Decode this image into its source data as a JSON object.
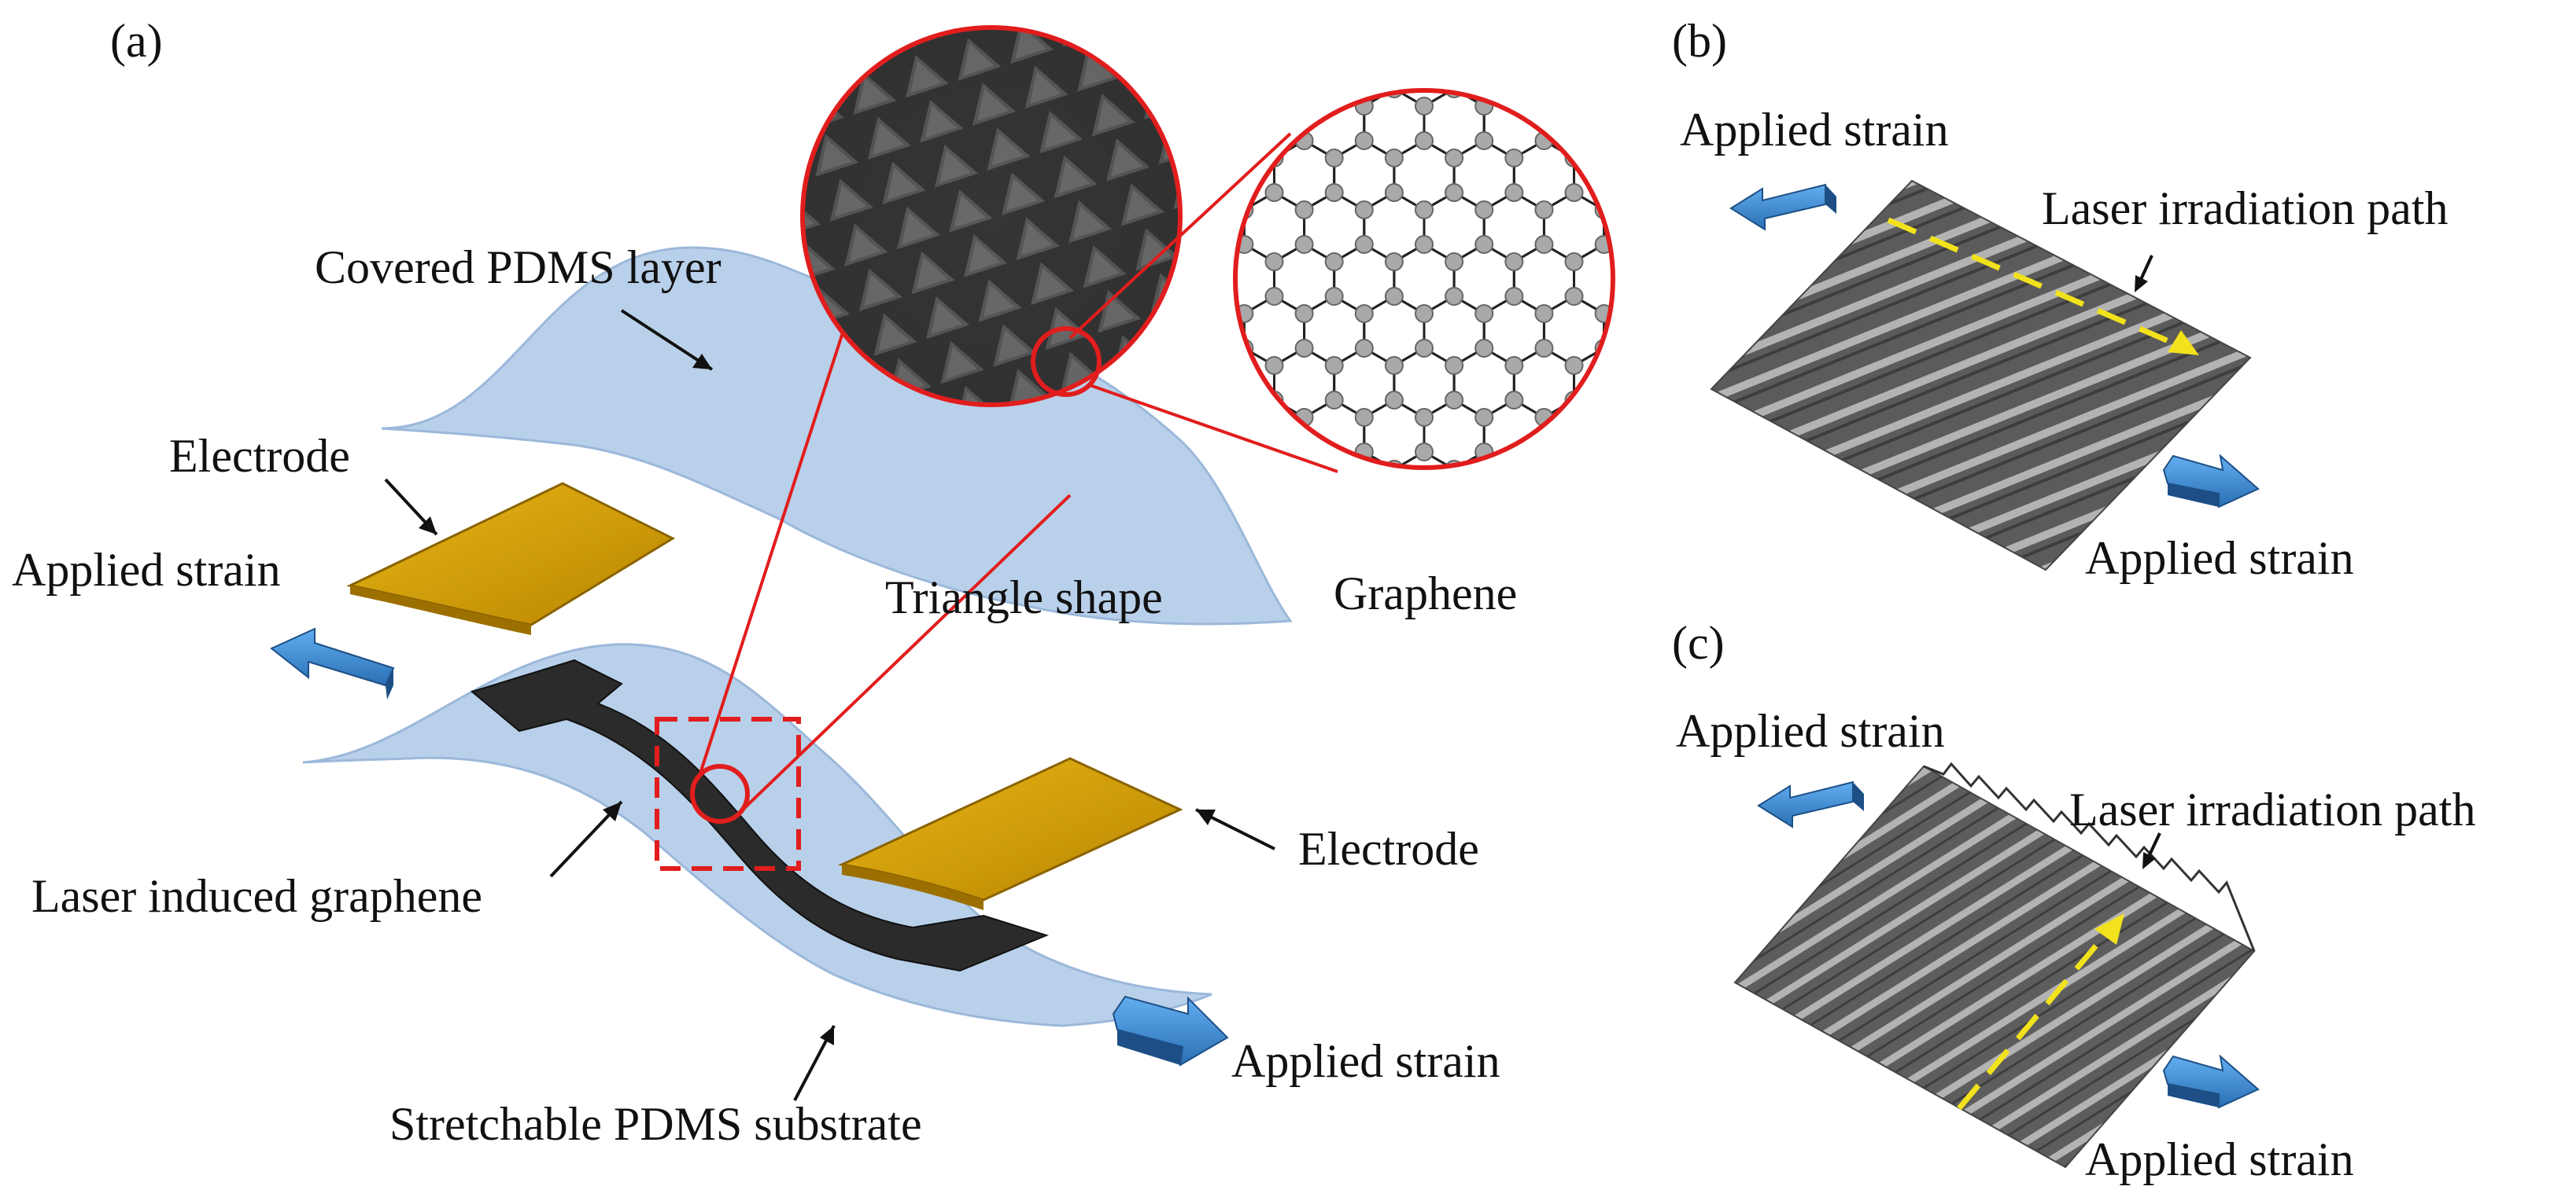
{
  "panels": {
    "a": "(a)",
    "b": "(b)",
    "c": "(c)"
  },
  "panel_a": {
    "covered_layer": "Covered PDMS layer",
    "electrode_left": "Electrode",
    "electrode_right": "Electrode",
    "strain_left": "Applied strain",
    "strain_right": "Applied strain",
    "lig": "Laser induced graphene",
    "substrate": "Stretchable PDMS substrate",
    "triangle": "Triangle shape",
    "graphene": "Graphene"
  },
  "panel_b": {
    "strain_top": "Applied strain",
    "strain_bottom": "Applied strain",
    "laser_path": "Laser irradiation path"
  },
  "panel_c": {
    "strain_top": "Applied strain",
    "strain_bottom": "Applied strain",
    "laser_path": "Laser irradiation path"
  },
  "colors": {
    "pdms": "#b7cfe9",
    "electrode": "#d6a206",
    "graphene_strip": "#2b2b2b",
    "arrow": "#3f8fd2",
    "highlight": "#e11d1d",
    "laser_arrow": "#f2e21b"
  }
}
